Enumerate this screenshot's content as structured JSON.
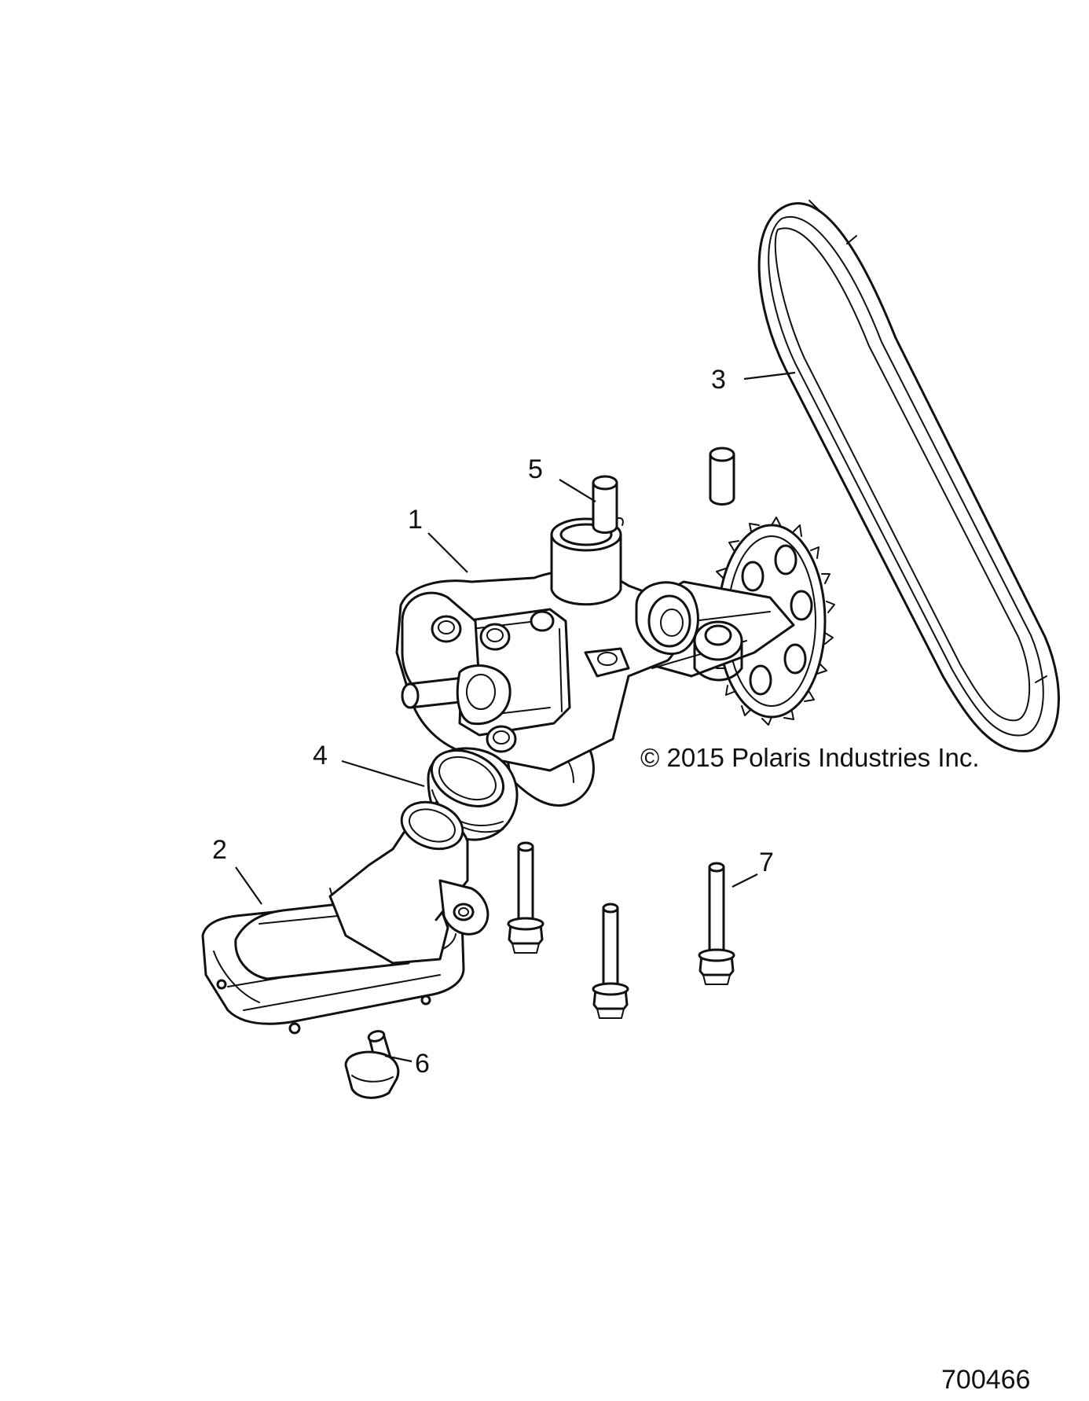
{
  "diagram": {
    "copyright": "© 2015 Polaris Industries Inc.",
    "document_number": "700466",
    "callouts": [
      {
        "id": "1",
        "label": "1"
      },
      {
        "id": "2",
        "label": "2"
      },
      {
        "id": "3",
        "label": "3"
      },
      {
        "id": "4",
        "label": "4"
      },
      {
        "id": "5",
        "label": "5"
      },
      {
        "id": "6",
        "label": "6"
      },
      {
        "id": "7",
        "label": "7"
      }
    ],
    "colors": {
      "line": "#111111",
      "background": "#ffffff"
    }
  }
}
